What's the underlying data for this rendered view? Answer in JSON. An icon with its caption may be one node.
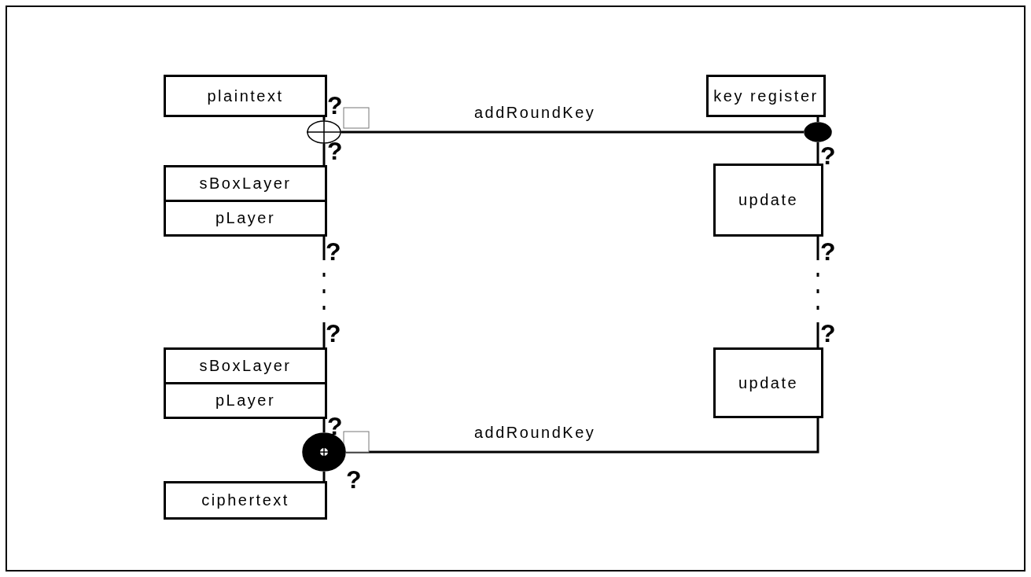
{
  "diagram": {
    "nodes": [
      {
        "text": [
          "plaintext"
        ]
      },
      {
        "text": [
          "key register"
        ]
      },
      {
        "text": [],
        "shape": "circle"
      },
      {
        "text": [],
        "shape": "circle"
      },
      {
        "text": [
          "sBoxLayer"
        ]
      },
      {
        "text": [
          "pLayer"
        ]
      },
      {
        "text": [
          "update"
        ]
      },
      {
        "text": [
          "sBoxLayer"
        ]
      },
      {
        "text": [
          "pLayer"
        ]
      },
      {
        "text": [
          "update"
        ]
      },
      {
        "text": [],
        "shape": "circle"
      },
      {
        "text": [
          "ciphertext"
        ]
      }
    ],
    "edges": [
      {
        "from": 0,
        "to": 2,
        "arrow": "none"
      },
      {
        "from": 2,
        "to": 4,
        "arrow": "none"
      },
      {
        "from": 1,
        "to": 3,
        "arrow": "none"
      },
      {
        "from": 3,
        "to": 2,
        "arrow": "none",
        "label": "addRoundKey"
      },
      {
        "from": 3,
        "to": 6,
        "arrow": "none"
      },
      {
        "from": 5,
        "to": 7,
        "arrow": "none",
        "style": "dashed"
      },
      {
        "from": 6,
        "to": 9,
        "arrow": "none",
        "style": "dashed"
      },
      {
        "from": 8,
        "to": 10,
        "arrow": "none"
      },
      {
        "from": 9,
        "to": 10,
        "arrow": "none",
        "label": "addRoundKey"
      },
      {
        "from": 10,
        "to": 11,
        "arrow": "none"
      }
    ],
    "labels": [
      "?",
      "?",
      "?",
      "?",
      "?",
      "?",
      "?",
      "?",
      "?"
    ]
  }
}
